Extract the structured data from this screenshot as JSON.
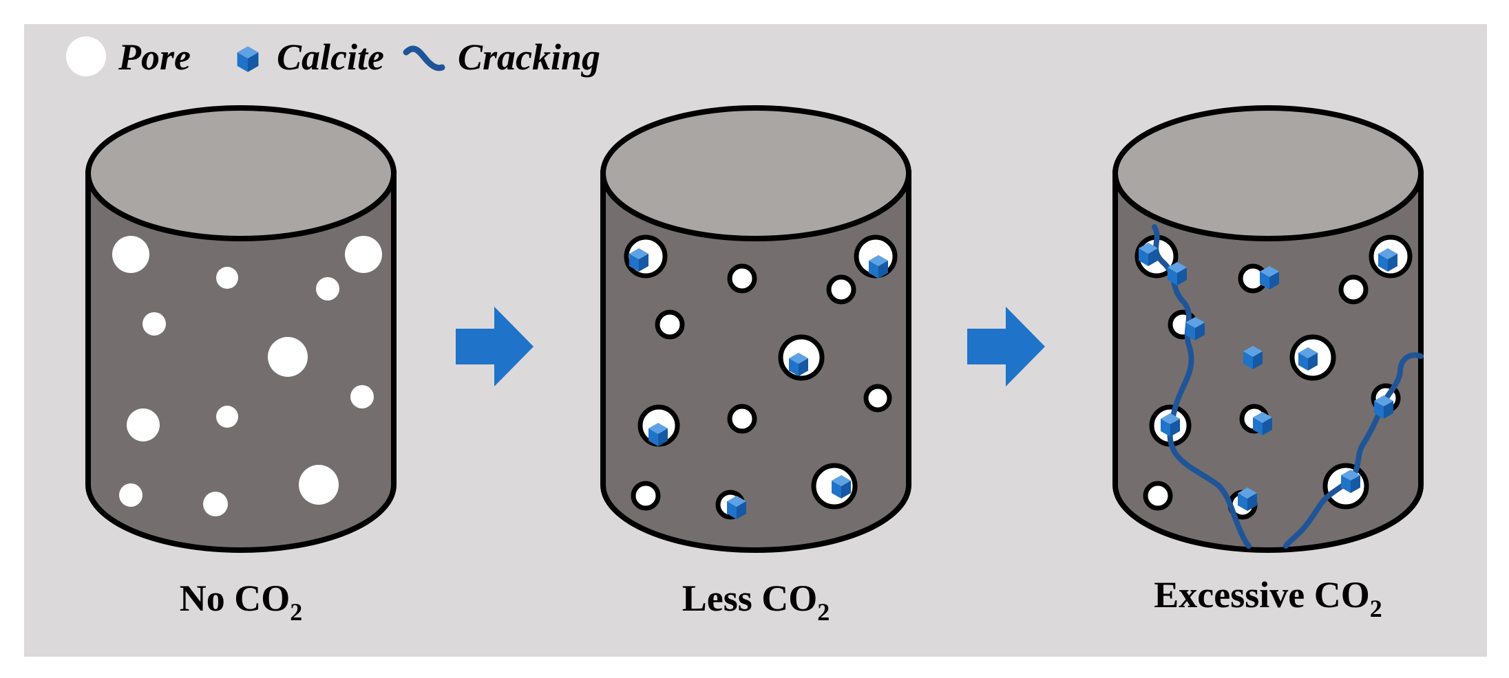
{
  "legend": {
    "pore_label": "Pore",
    "calcite_label": "Calcite",
    "cracking_label": "Cracking"
  },
  "cylinders": [
    {
      "caption_main": "No CO",
      "caption_sub": "2"
    },
    {
      "caption_main": "Less CO",
      "caption_sub": "2"
    },
    {
      "caption_main": "Excessive CO",
      "caption_sub": "2"
    }
  ],
  "colors": {
    "background_panel": "#dcd9da",
    "cylinder_body": "#746f6e",
    "cylinder_top": "#a9a6a3",
    "pore": "#ffffff",
    "calcite": "#1f73c9",
    "crack": "#1f5598",
    "arrow": "#1f73c9",
    "outline": "#000000"
  }
}
